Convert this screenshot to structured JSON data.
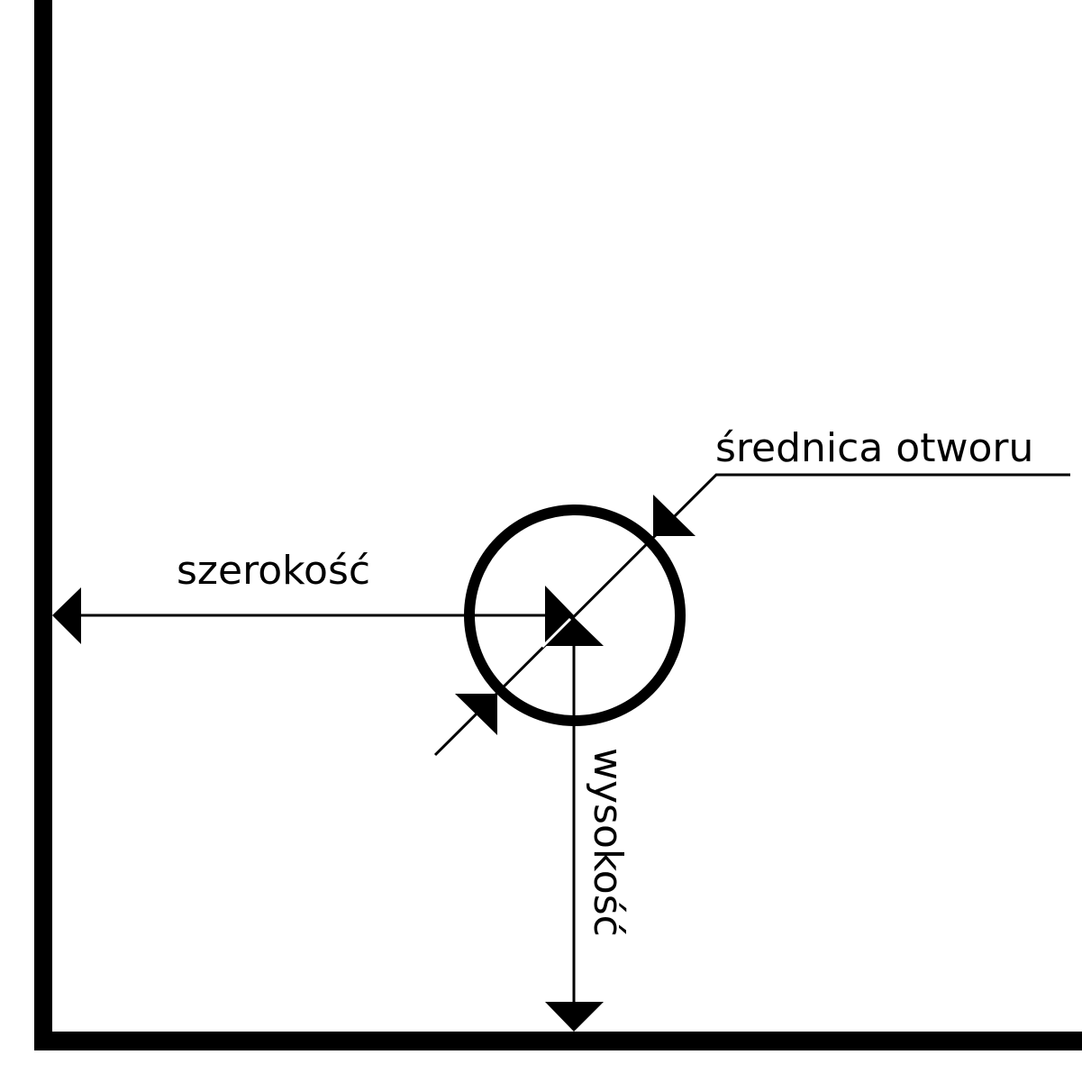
{
  "labels": {
    "diameter": "średnica otworu",
    "width": "szerokość",
    "height": "wysokość"
  },
  "colors": {
    "stroke": "#000000",
    "background": "#ffffff"
  }
}
